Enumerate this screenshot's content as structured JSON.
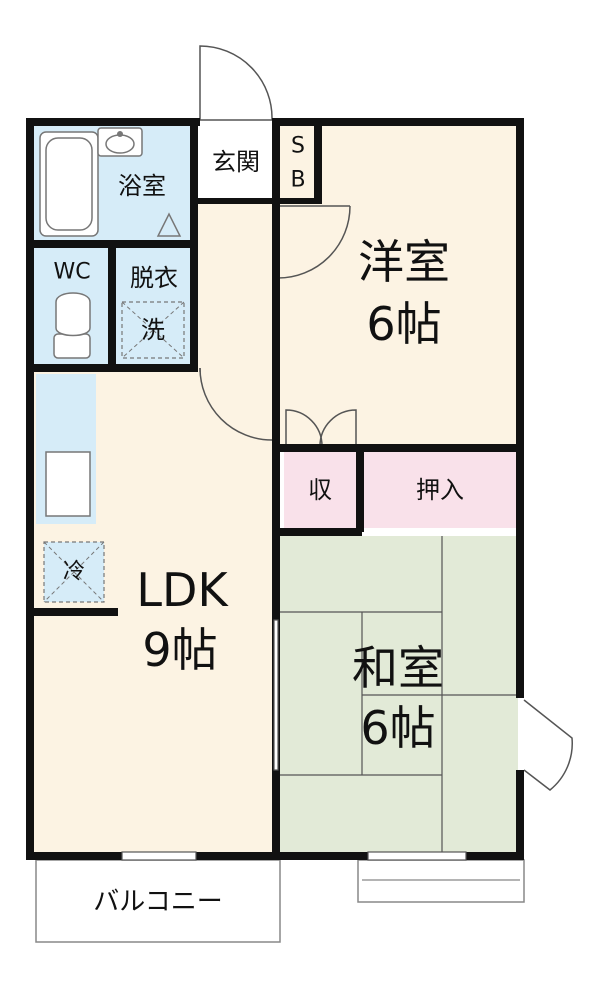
{
  "rooms": {
    "bath": "浴室",
    "entrance": "玄関",
    "shoe_box_s": "S",
    "shoe_box_b": "B",
    "western_name": "洋室",
    "western_size": "6帖",
    "wc": "WC",
    "dressing": "脱衣",
    "washer": "洗",
    "storage": "収",
    "closet": "押入",
    "fridge": "冷",
    "ldk_name": "LDK",
    "ldk_size": "9帖",
    "japanese_name": "和室",
    "japanese_size": "6帖",
    "balcony": "バルコニー"
  },
  "colors": {
    "wall": "#111111",
    "wet_area": "#d6ecf8",
    "entrance_floor": "#ffffff",
    "wood_floor": "#fcf3e3",
    "storage": "#f9e1ea",
    "tatami": "#e2ead7",
    "tatami_line": "#555555"
  }
}
